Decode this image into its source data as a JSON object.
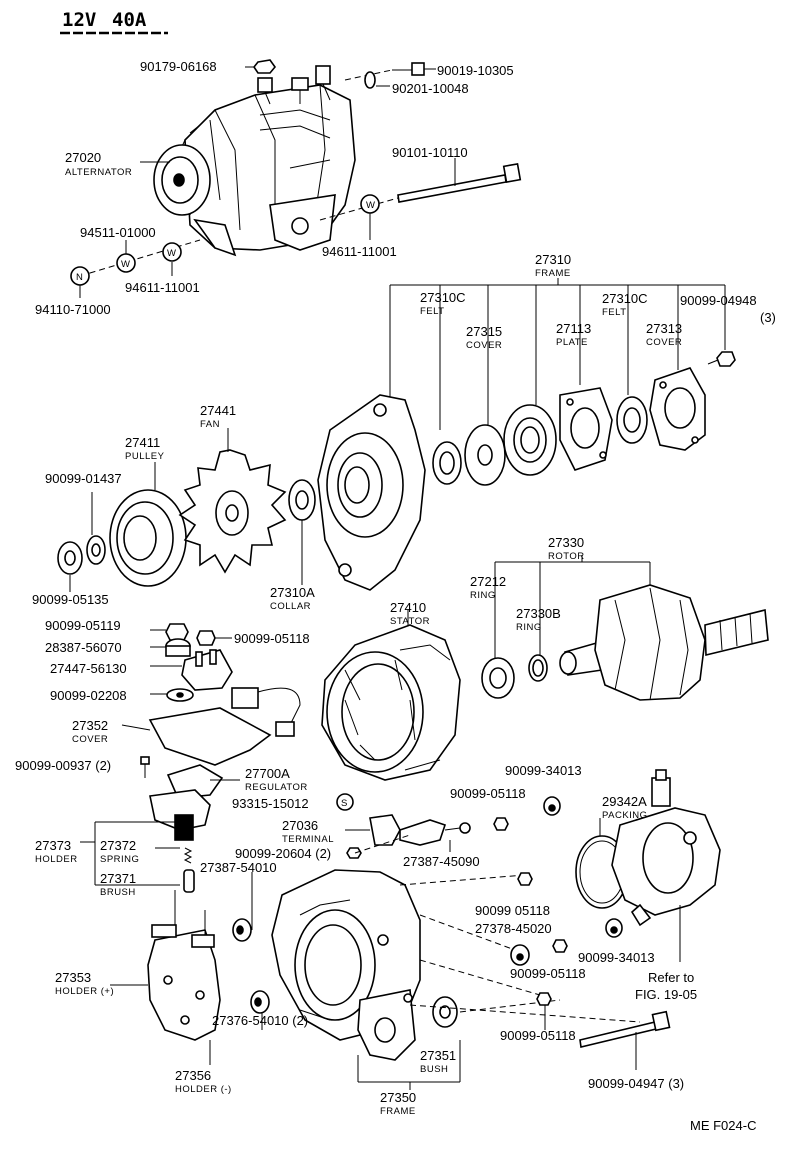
{
  "header": {
    "voltage": "12V",
    "amperage": "40A"
  },
  "footer": {
    "figure_code": "ME F024-C"
  },
  "labels": {
    "p90179_06168": "90179-06168",
    "p90019_10305": "90019-10305",
    "p90201_10048": "90201-10048",
    "p27020": "27020",
    "alternator": "ALTERNATOR",
    "p90101_10110": "90101-10110",
    "p94511_01000": "94511-01000",
    "p94611_11001_a": "94611-11001",
    "p94611_11001_b": "94611-11001",
    "p94110_71000": "94110-71000",
    "p27310": "27310",
    "frame_top": "FRAME",
    "p27310c_a": "27310C",
    "felt_a": "FELT",
    "p27315": "27315",
    "cover_a": "COVER",
    "p27113": "27113",
    "plate": "PLATE",
    "p27310c_b": "27310C",
    "felt_b": "FELT",
    "p27313": "27313",
    "cover_b": "COVER",
    "p90099_04948": "90099-04948",
    "qty_04948": "(3)",
    "p27441": "27441",
    "fan": "FAN",
    "p27411": "27411",
    "pulley": "PULLEY",
    "p90099_01437": "90099-01437",
    "p90099_05135": "90099-05135",
    "p27310a": "27310A",
    "collar": "COLLAR",
    "p27330": "27330",
    "rotor": "ROTOR",
    "p27212": "27212",
    "ring_a": "RING",
    "p27330b": "27330B",
    "ring_b": "RING",
    "p90099_05119": "90099-05119",
    "p28387_56070": "28387-56070",
    "p90099_05118_a": "90099-05118",
    "p27447_56130": "27447-56130",
    "p27410": "27410",
    "stator": "STATOR",
    "p90099_02208": "90099-02208",
    "p27352": "27352",
    "cover_c": "COVER",
    "p90099_00937": "90099-00937 (2)",
    "p27700a": "27700A",
    "regulator": "REGULATOR",
    "p90099_34013_a": "90099-34013",
    "p90099_05118_b": "90099-05118",
    "p93315_15012": "93315-15012",
    "s_mark": "S",
    "p29342a": "29342A",
    "packing": "PACKING",
    "p27036": "27036",
    "terminal": "TERMINAL",
    "p27373": "27373",
    "holder_a": "HOLDER",
    "p27372": "27372",
    "spring": "SPRING",
    "p90099_20604": "90099-20604 (2)",
    "p27387_54010": "27387-54010",
    "p27387_45090": "27387-45090",
    "p27371": "27371",
    "brush": "BRUSH",
    "p90099_05118_c": "90099 05118",
    "p27378_45020": "27378-45020",
    "p90099_34013_b": "90099-34013",
    "p90099_05118_d": "90099-05118",
    "refer_line1": "Refer to",
    "refer_line2": "FIG. 19-05",
    "p27353": "27353",
    "holder_plus": "HOLDER (+)",
    "p27376_54010": "27376-54010 (2)",
    "p27351": "27351",
    "bush": "BUSH",
    "p90099_05118_e": "90099-05118",
    "p90099_04947": "90099-04947 (3)",
    "p27356": "27356",
    "holder_minus": "HOLDER (-)",
    "p27350": "27350",
    "frame_bottom": "FRAME",
    "n_mark": "N",
    "w_mark_a": "W",
    "w_mark_b": "W"
  }
}
